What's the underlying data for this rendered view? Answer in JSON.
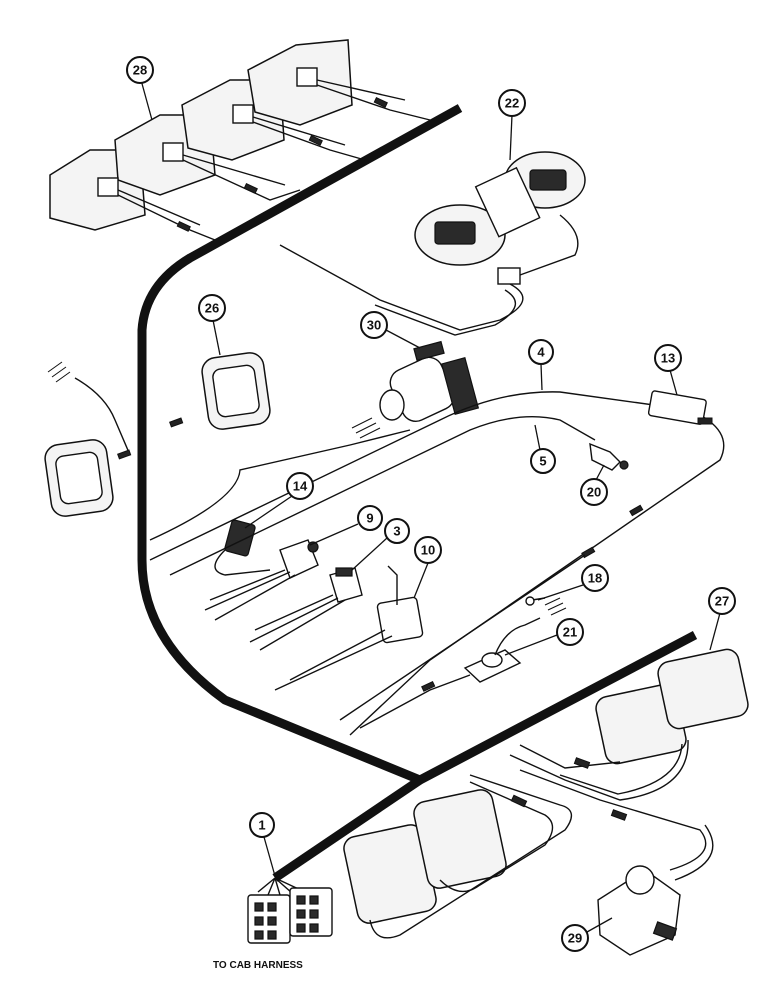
{
  "callouts": {
    "c1": "1",
    "c3": "3",
    "c4": "4",
    "c5": "5",
    "c9": "9",
    "c10": "10",
    "c13": "13",
    "c14": "14",
    "c18": "18",
    "c20": "20",
    "c21": "21",
    "c22": "22",
    "c26": "26",
    "c27": "27",
    "c28": "28",
    "c29": "29",
    "c30": "30"
  },
  "caption": {
    "cab_harness": "TO CAB HARNESS"
  }
}
